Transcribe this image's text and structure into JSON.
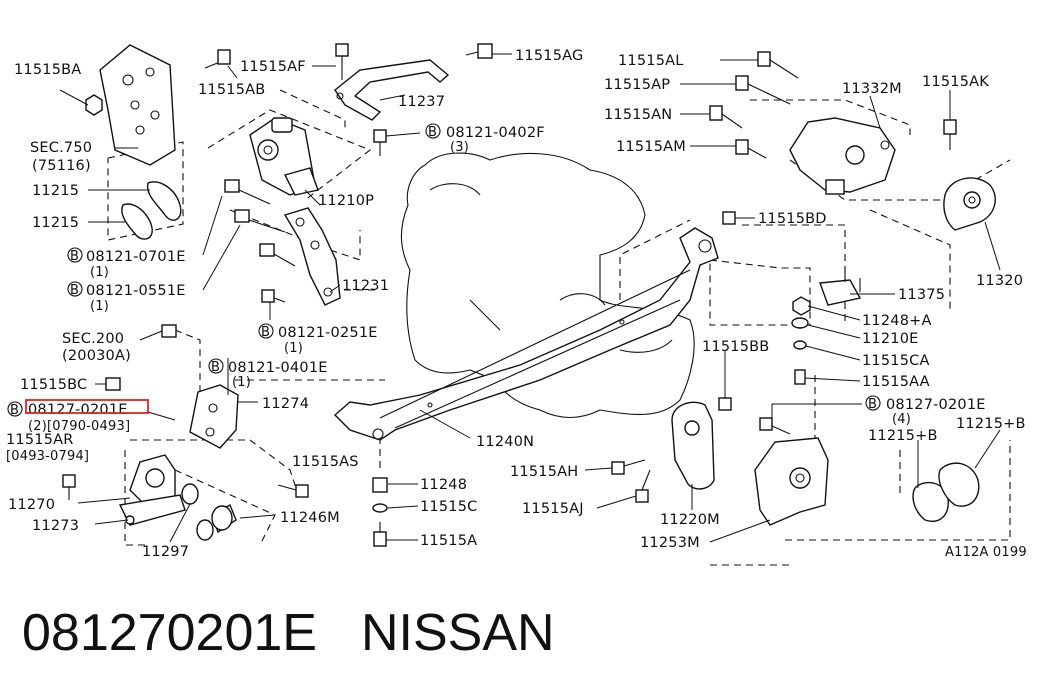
{
  "labels": {
    "l11515BA": "11515BA",
    "lSEC750": "SEC.750",
    "lSEC750ref": "(75116)",
    "l11215a": "11215",
    "l11215b": "11215",
    "lB0701": "08121-0701E",
    "lB0701q": "(1)",
    "lB0551": "08121-0551E",
    "lB0551q": "(1)",
    "lSEC200": "SEC.200",
    "lSEC200ref": "(20030A)",
    "l11515BC": "11515BC",
    "lB0201hl": "08127-0201E",
    "lB0201hlq": "(2)[0790-0493]",
    "l11515AR": "11515AR",
    "l11515ARd": "[0493-0794]",
    "l11270": "11270",
    "l11273": "11273",
    "l11297": "11297",
    "l11246M": "11246M",
    "l11515AS": "11515AS",
    "l11274": "11274",
    "lB0401": "08121-0401E",
    "lB0401q": "(1)",
    "lB0251": "08121-0251E",
    "lB0251q": "(1)",
    "l11231": "11231",
    "l11210P": "11210P",
    "l11515AF": "11515AF",
    "l11515AB": "11515AB",
    "l11237": "11237",
    "l11515AG": "11515AG",
    "lB0402": "08121-0402F",
    "lB0402q": "(3)",
    "l11240N": "11240N",
    "l11248": "11248",
    "l11515C": "11515C",
    "l11515A": "11515A",
    "l11515AL": "11515AL",
    "l11515AP": "11515AP",
    "l11515AN": "11515AN",
    "l11515AM": "11515AM",
    "l11332M": "11332M",
    "l11515AK": "11515AK",
    "l11320": "11320",
    "l11515BD": "11515BD",
    "l11375": "11375",
    "l11248A": "11248+A",
    "l11210E": "11210E",
    "l11515CA": "11515CA",
    "l11515AA": "11515AA",
    "l11515BB": "11515BB",
    "lB0201": "08127-0201E",
    "lB0201q": "(4)",
    "l11215Bl": "11215+B",
    "l11215Br": "11215+B",
    "l11515AH": "11515AH",
    "l11515AJ": "11515AJ",
    "l11220M": "11220M",
    "l11253M": "11253M",
    "lCode": "A112A 0199"
  },
  "bolt_symbol": "B",
  "highlight_color": "#e0241d",
  "caption": {
    "part_number": "081270201E",
    "brand": "NISSAN"
  }
}
